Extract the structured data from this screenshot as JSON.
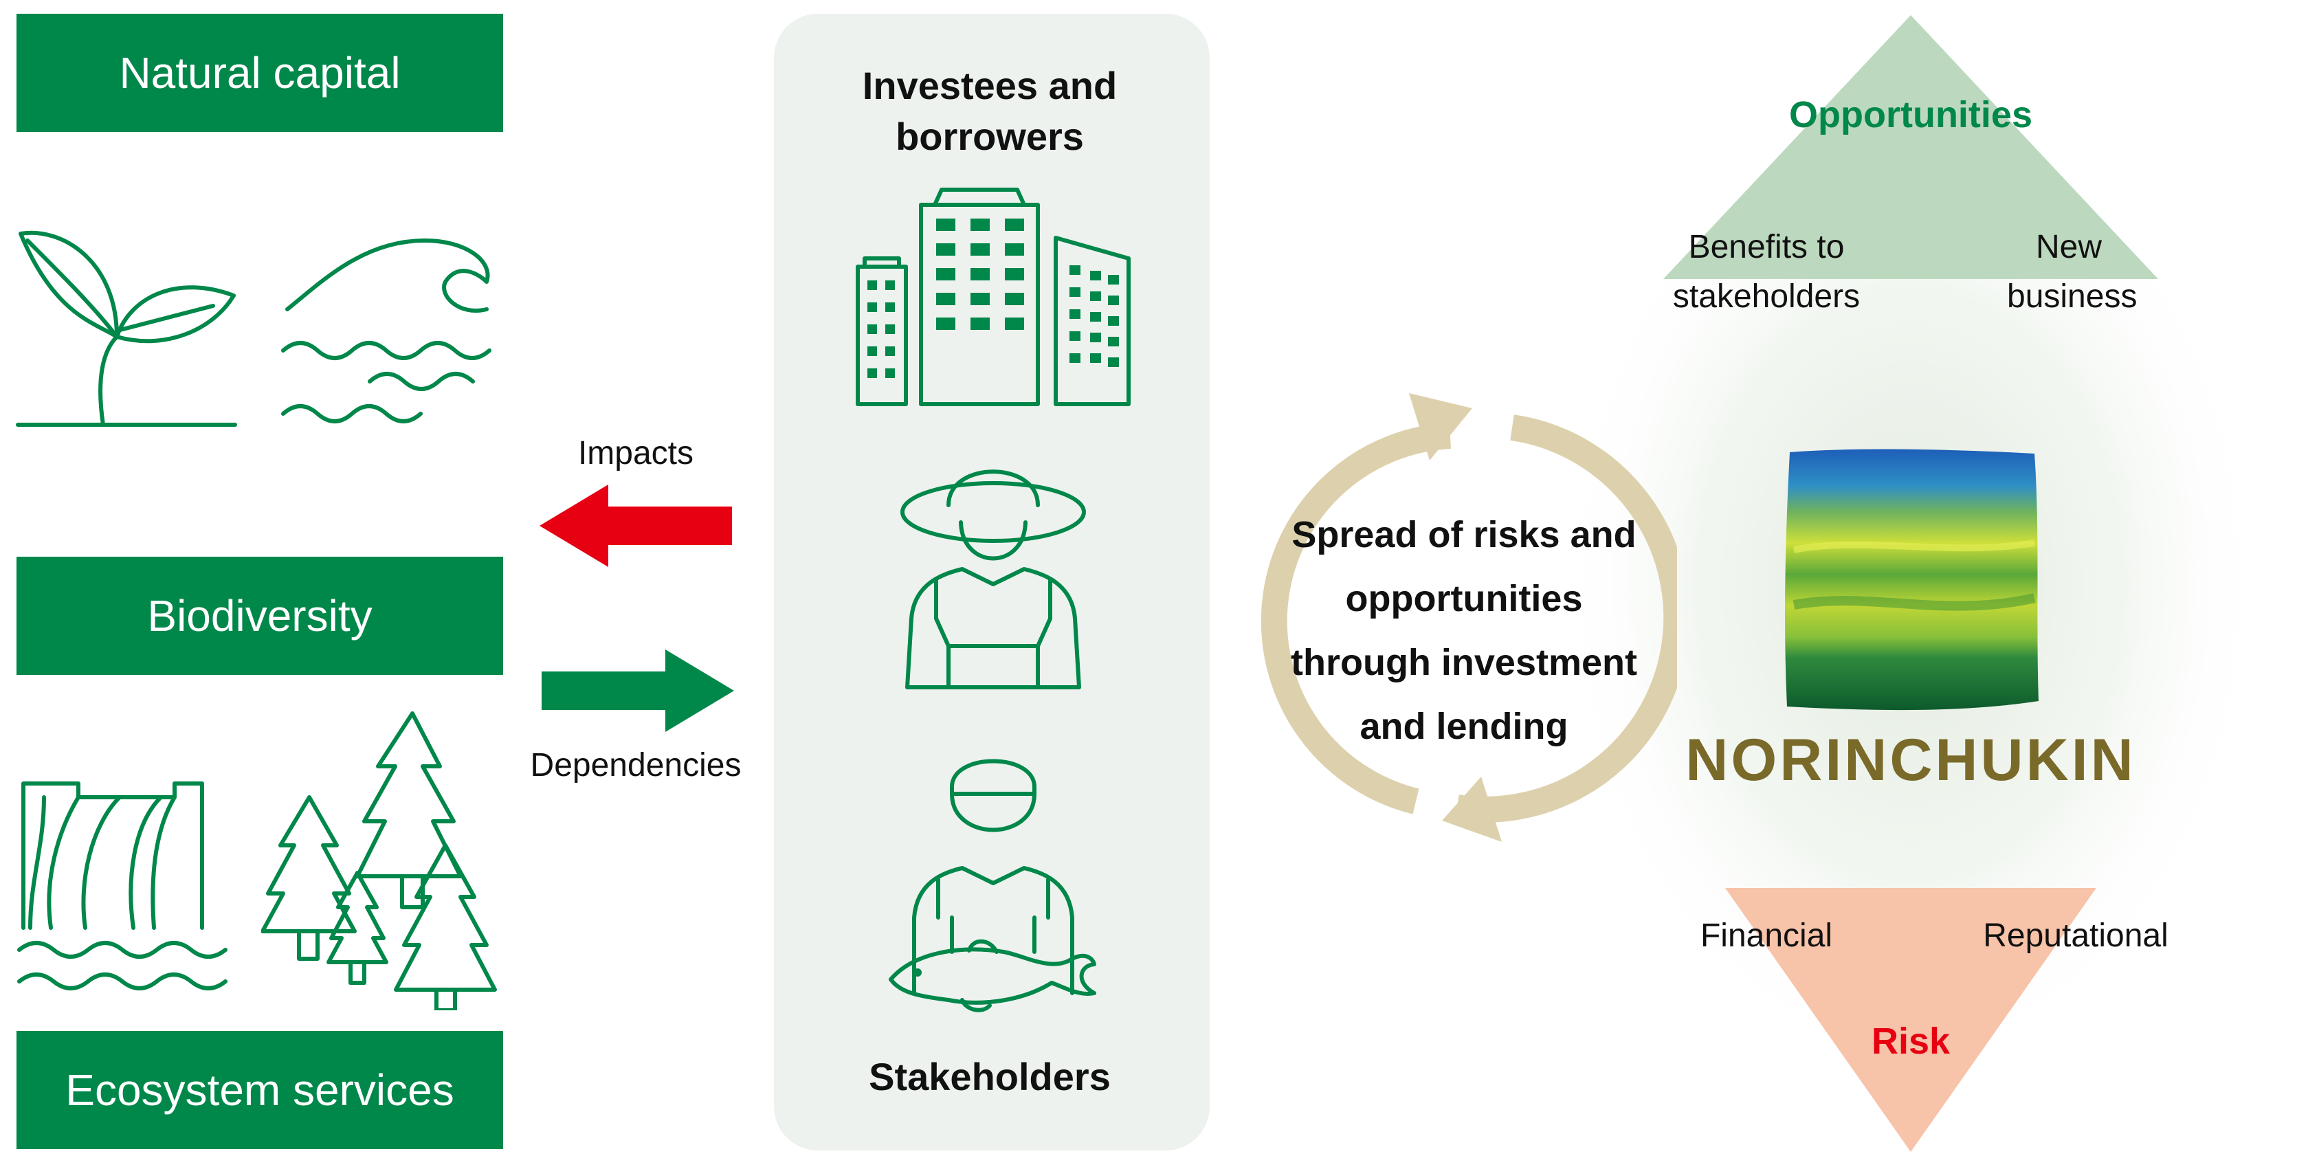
{
  "left": {
    "natural_capital": "Natural capital",
    "biodiversity": "Biodiversity",
    "ecosystem_services": "Ecosystem services"
  },
  "arrows": {
    "impacts": "Impacts",
    "dependencies": "Dependencies"
  },
  "center": {
    "investees": "Investees and borrowers",
    "stakeholders": "Stakeholders"
  },
  "cycle": {
    "text": "Spread of risks and opportunities through investment and lending"
  },
  "right": {
    "opportunities": "Opportunities",
    "benefits": "Benefits to stakeholders",
    "new_business": "New business",
    "brand": "NORINCHUKIN",
    "financial": "Financial",
    "reputational": "Reputational",
    "risk": "Risk"
  },
  "colors": {
    "green": "#00874a",
    "red": "#e60012",
    "gold": "#7a6a2a",
    "cycle": "#ddd1ad",
    "opp_triangle": "#bcd9bf",
    "risk_triangle": "#f7c3a9"
  }
}
